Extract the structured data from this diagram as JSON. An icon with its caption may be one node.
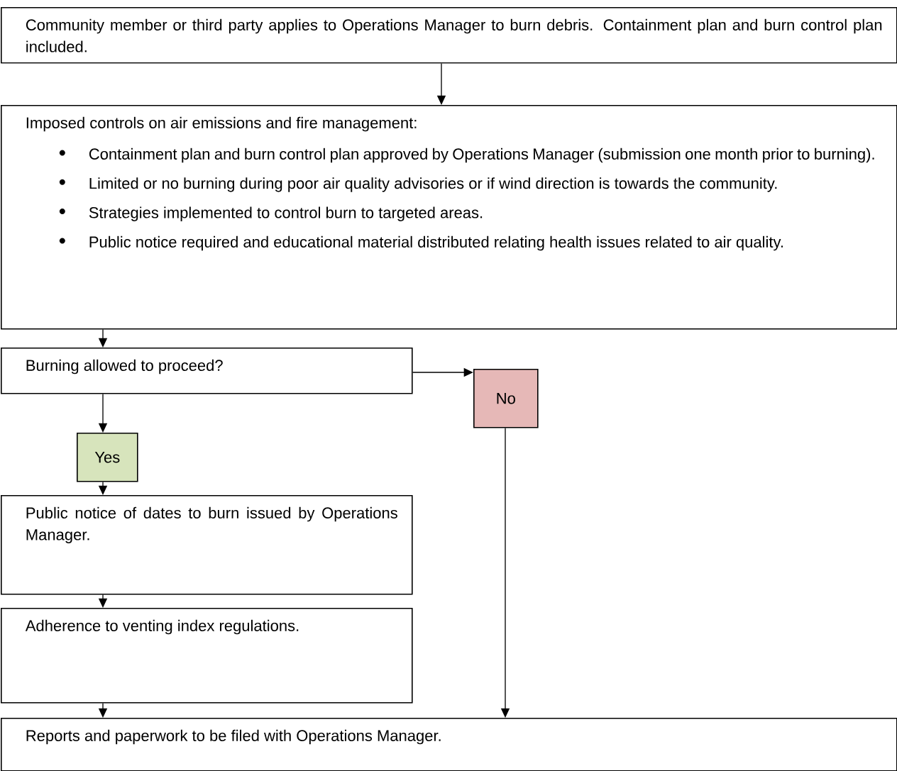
{
  "diagram": {
    "nodes": [
      {
        "text": [
          "Community member or third party applies to Operations Manager to burn debris.   Containment plan and burn control plan included."
        ]
      },
      {
        "text": [
          "Imposed controls on air emissions and fire management:",
          "Containment plan and burn control plan approved by Operations Manager (submission one month prior to burning).",
          "Limited or no burning during poor air quality advisories or if wind direction is towards the community.",
          "Strategies implemented to control burn to targeted areas.",
          "Public notice required and educational material distributed relating health issues related to air quality."
        ]
      },
      {
        "text": [
          "Burning allowed to proceed?"
        ]
      },
      {
        "text": [
          "No"
        ]
      },
      {
        "text": [
          "Yes"
        ]
      },
      {
        "text": [
          "Public notice of dates to burn issued by Operations Manager."
        ]
      },
      {
        "text": [
          "Adherence to venting index regulations."
        ]
      },
      {
        "text": [
          "Reports and paperwork to be filed with Operations Manager."
        ]
      }
    ],
    "edges": [
      {
        "from": 0,
        "to": 1,
        "arrow": "to"
      },
      {
        "from": 1,
        "to": 2,
        "arrow": "to"
      },
      {
        "from": 2,
        "to": 3,
        "arrow": "to"
      },
      {
        "from": 2,
        "to": 4,
        "arrow": "to"
      },
      {
        "from": 4,
        "to": 5,
        "arrow": "to"
      },
      {
        "from": 5,
        "to": 6,
        "arrow": "to"
      },
      {
        "from": 6,
        "to": 7,
        "arrow": "to"
      },
      {
        "from": 3,
        "to": 7,
        "arrow": "to"
      }
    ]
  }
}
